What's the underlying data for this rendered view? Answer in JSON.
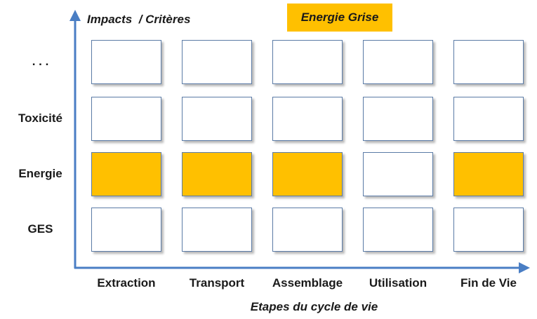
{
  "legend": {
    "label": "Energie Grise",
    "color": "#FFC000"
  },
  "y_axis": {
    "title": "Impacts  / Critères"
  },
  "x_axis": {
    "title": "Etapes du cycle de vie"
  },
  "rows": [
    "GES",
    "Energie",
    "Toxicité",
    ". . ."
  ],
  "columns": [
    "Extraction",
    "Transport",
    "Assemblage",
    "Utilisation",
    "Fin de Vie"
  ],
  "highlight": {
    "Energie": [
      true,
      true,
      true,
      false,
      true
    ]
  },
  "colors": {
    "axis": "#4a7ec4",
    "cell_border": "#5b7ba6",
    "highlight": "#FFC000"
  }
}
